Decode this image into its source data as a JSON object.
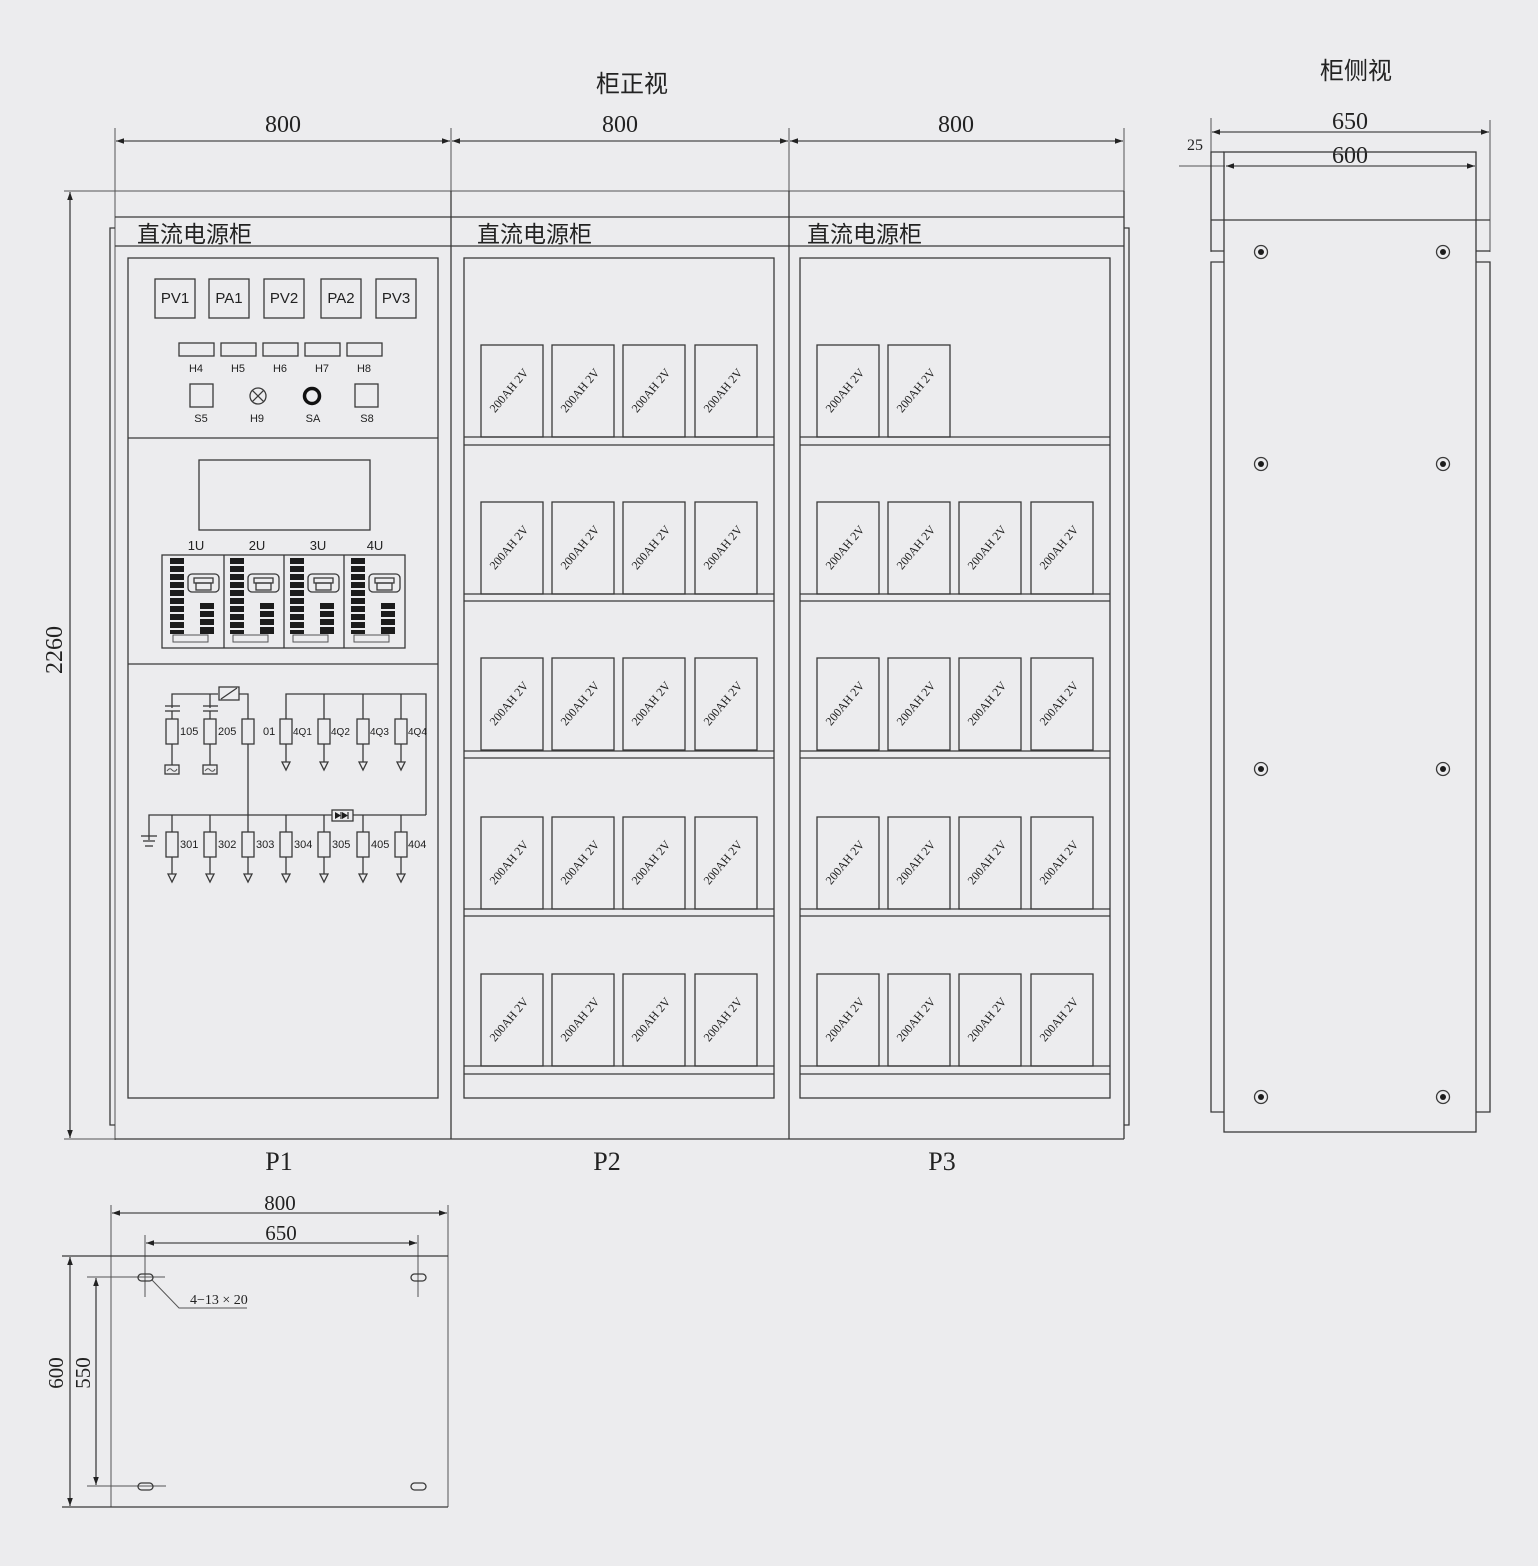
{
  "front_view": {
    "title": "柜正视",
    "widths": [
      "800",
      "800",
      "800"
    ],
    "height": "2260",
    "cabinet_labels": [
      "P1",
      "P2",
      "P3"
    ],
    "cabinet_titles": [
      "直流电源柜",
      "直流电源柜",
      "直流电源柜"
    ]
  },
  "p1_panel": {
    "meters": [
      "PV1",
      "PA1",
      "PV2",
      "PA2",
      "PV3"
    ],
    "indicators": [
      "H4",
      "H5",
      "H6",
      "H7",
      "H8"
    ],
    "controls": [
      "S5",
      "H9",
      "SA",
      "S8"
    ],
    "modules": [
      "1U",
      "2U",
      "3U",
      "4U"
    ],
    "circuit": {
      "top_row": [
        "105",
        "205",
        "01",
        "4Q1",
        "4Q2",
        "4Q3",
        "4Q4"
      ],
      "bottom_row": [
        "301",
        "302",
        "303",
        "304",
        "305",
        "405",
        "404"
      ]
    }
  },
  "battery": {
    "label": "200AH 2V",
    "p2_rows": [
      4,
      4,
      4,
      4,
      4
    ],
    "p3_rows": [
      2,
      4,
      4,
      4,
      4
    ]
  },
  "side_view": {
    "title": "柜侧视",
    "outer_depth": "650",
    "inner_depth": "600",
    "flange": "25"
  },
  "base_plan": {
    "width": "800",
    "hole_spacing_x": "650",
    "depth": "600",
    "hole_spacing_y": "550",
    "hole_spec": "4−13 × 20"
  },
  "colors": {
    "background": "#ececee",
    "line": "#3a3a3a"
  }
}
